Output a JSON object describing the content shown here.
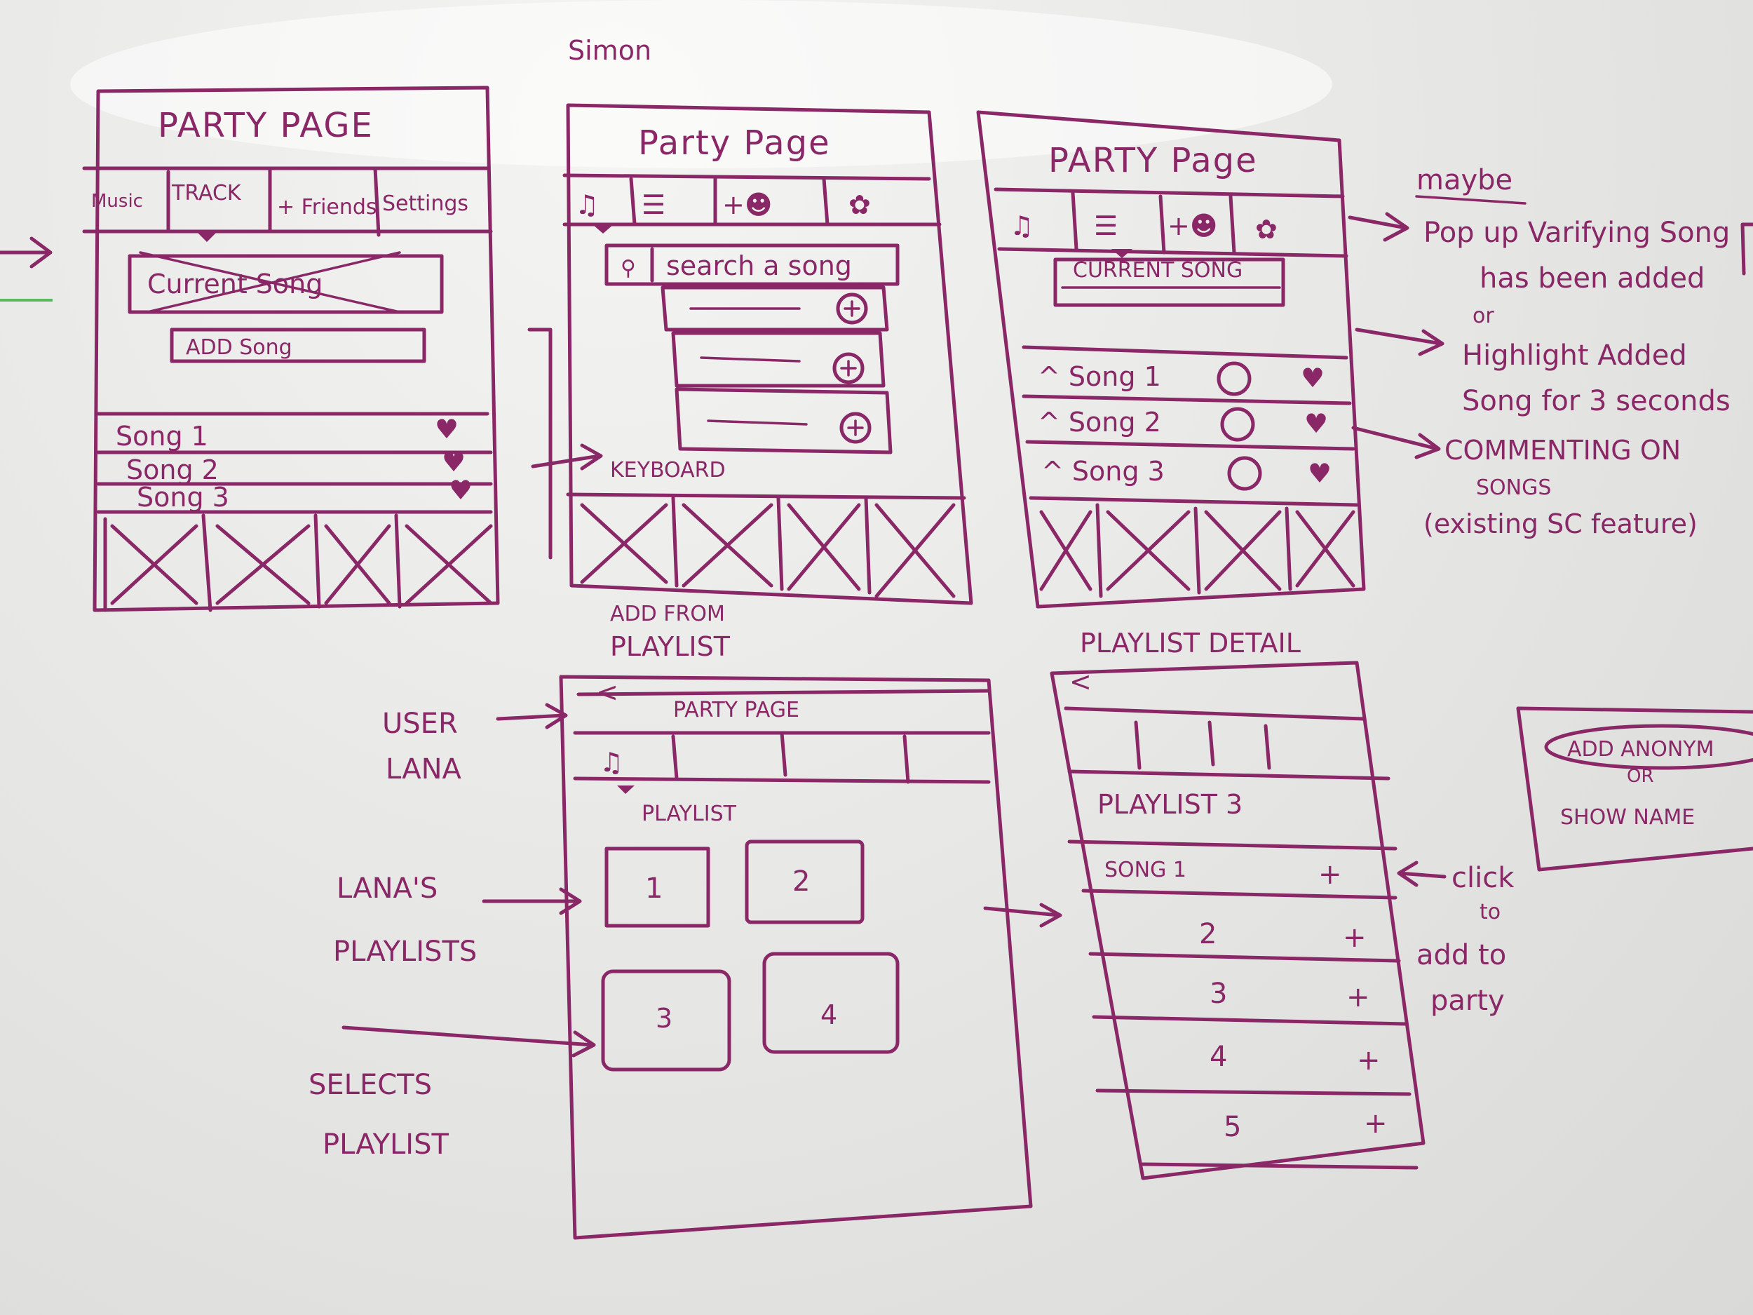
{
  "header_scribble": "Simon",
  "sketch1": {
    "title": "PARTY PAGE",
    "tabs": [
      "Music",
      "TRACK",
      "+ Friends",
      "Settings"
    ],
    "current_song": "Current Song",
    "add_song": "ADD Song",
    "songs": [
      "Song 1",
      "Song 2",
      "Song 3"
    ]
  },
  "sketch2": {
    "title": "Party Page",
    "search_placeholder": "search a song",
    "keyboard_label": "KEYBOARD"
  },
  "sketch3": {
    "title": "PARTY Page",
    "current_song": "CURRENT SONG",
    "songs": [
      "Song 1",
      "Song 2",
      "Song 3"
    ]
  },
  "notes": {
    "maybe": "maybe",
    "popup": [
      "Pop up Varifying Song",
      "has been added"
    ],
    "or": "or",
    "highlight": [
      "Highlight Added",
      "Song for 3 seconds"
    ],
    "commenting": [
      "COMMENTING ON",
      "SONGS",
      "(existing SC feature)"
    ]
  },
  "label_add_from": [
    "ADD FROM",
    "PLAYLIST"
  ],
  "sketch4": {
    "back": "<",
    "title": "PARTY PAGE",
    "section": "PLAYLIST",
    "playlists": [
      "1",
      "2",
      "3",
      "4"
    ]
  },
  "left_labels": {
    "user": [
      "USER",
      "LANA"
    ],
    "lanas": [
      "LANA'S",
      "PLAYLISTS"
    ],
    "selects": [
      "SELECTS",
      "PLAYLIST"
    ]
  },
  "label_playlist_detail": "PLAYLIST DETAIL",
  "sketch5": {
    "back": "<",
    "playlist_name": "PLAYLIST 3",
    "songs": [
      "SONG 1",
      "2",
      "3",
      "4",
      "5"
    ]
  },
  "click_note": [
    "click",
    "to",
    "add to",
    "party"
  ],
  "anon_box": [
    "ADD ANONYM",
    "OR",
    "SHOW NAME"
  ]
}
